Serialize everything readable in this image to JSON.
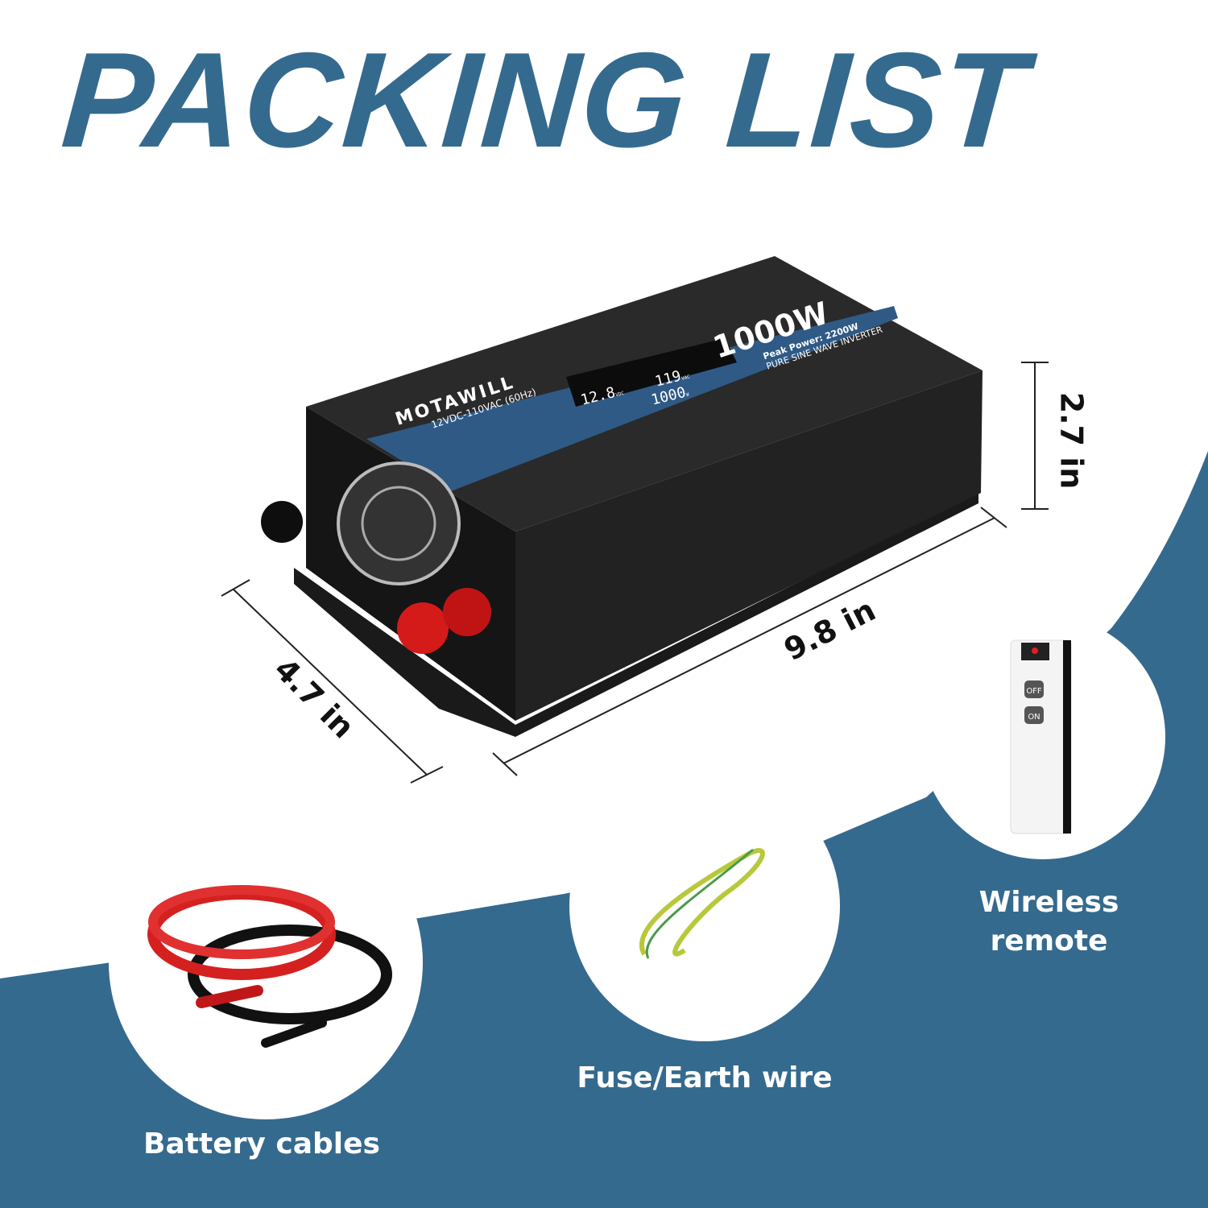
{
  "title": "PACKING LIST",
  "product": {
    "brand": "MOTAWILL",
    "spec": "12VDC-110VAC (60Hz)",
    "rating": "1000W",
    "peak_power": "Peak Power: 2200W",
    "type": "PURE SINE WAVE INVERTER",
    "display": {
      "battery_voltage": "12.8",
      "battery_unit": "VDC",
      "ac_voltage": "119",
      "ac_unit": "VAC",
      "power": "1000",
      "power_unit": "W"
    }
  },
  "dimensions": {
    "height": "2.7 in",
    "length": "9.8 in",
    "width": "4.7 in"
  },
  "items": [
    {
      "label": "Battery cables"
    },
    {
      "label": "Fuse/Earth wire"
    },
    {
      "label": "Wireless remote",
      "buttons": [
        "OFF",
        "ON"
      ]
    }
  ],
  "colors": {
    "brand_blue": "#356a8f",
    "background": "#ffffff"
  }
}
